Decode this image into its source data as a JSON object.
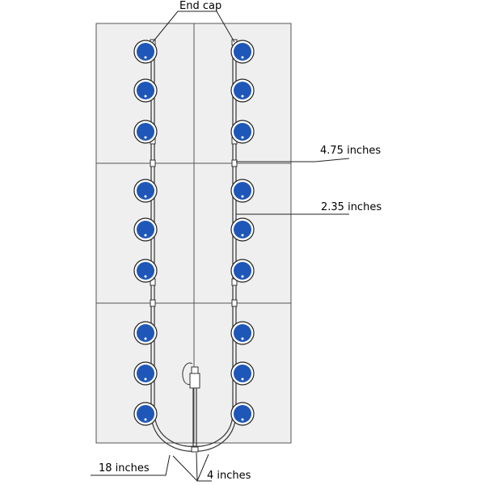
{
  "labels": {
    "end_cap": "End cap",
    "spacing_475": "4.75 inches",
    "spacing_235": "2.35 inches",
    "len_18": "18 inches",
    "len_4": "4 inches"
  },
  "colors": {
    "panel": "#efefef",
    "emitter": "#1f57b8",
    "line": "#333333"
  },
  "emitters": {
    "columns": 2,
    "rows_per_column": 9
  }
}
